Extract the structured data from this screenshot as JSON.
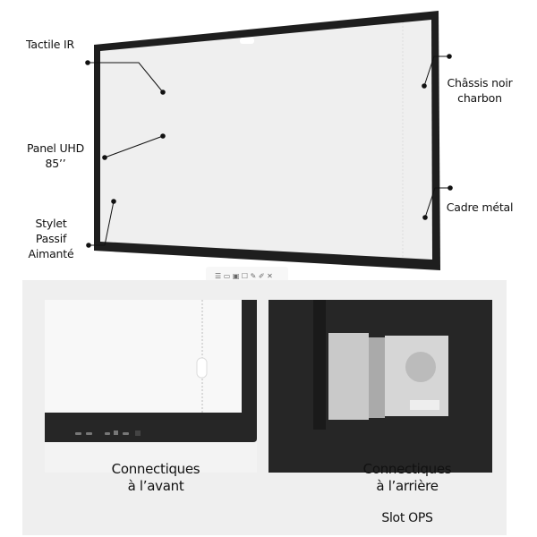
{
  "callouts": {
    "tactile": "Tactile IR",
    "panel_line1": "Panel UHD",
    "panel_line2": "85’’",
    "stylet_line1": "Stylet",
    "stylet_line2": "Passif",
    "stylet_line3": "Aimanté",
    "chassis_line1": "Châssis noir",
    "chassis_line2": "charbon",
    "cadre": "Cadre métal"
  },
  "captions": {
    "front_line1": "Connectiques",
    "front_line2": "à l’avant",
    "rear_line1": "Connectiques",
    "rear_line2": "à l’arrière",
    "rear_line3": "Slot OPS"
  }
}
